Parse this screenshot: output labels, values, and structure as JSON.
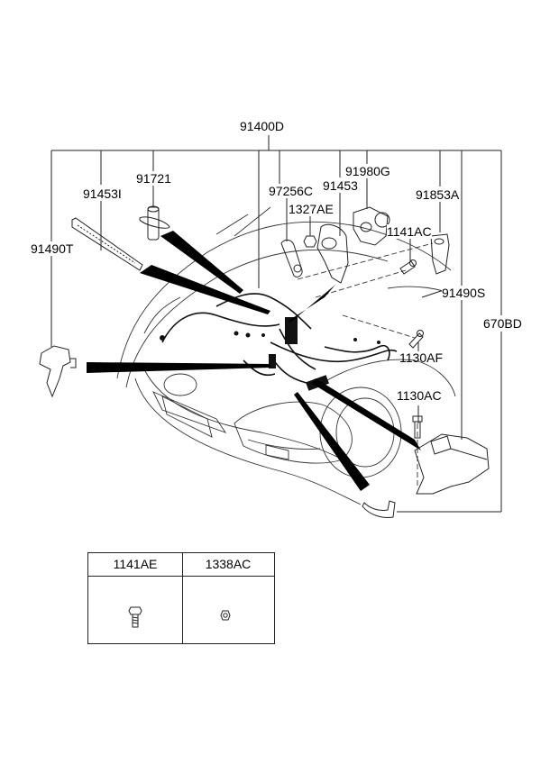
{
  "diagram": {
    "title_part": "91400D",
    "labels": {
      "main_harness": "91400D",
      "p91453I": "91453I",
      "p91721": "91721",
      "p91490T": "91490T",
      "p97256C": "97256C",
      "p91453": "91453",
      "p91980G": "91980G",
      "p1327AE": "1327AE",
      "p91853A": "91853A",
      "p1141AC": "1141AC",
      "p91490S": "91490S",
      "p670BD": "670BD",
      "p1130AF": "1130AF",
      "p1130AC": "1130AC"
    },
    "fastener_table": {
      "columns": [
        {
          "part": "1141AE",
          "icon": "bolt-icon"
        },
        {
          "part": "1338AC",
          "icon": "nut-icon"
        }
      ]
    }
  }
}
